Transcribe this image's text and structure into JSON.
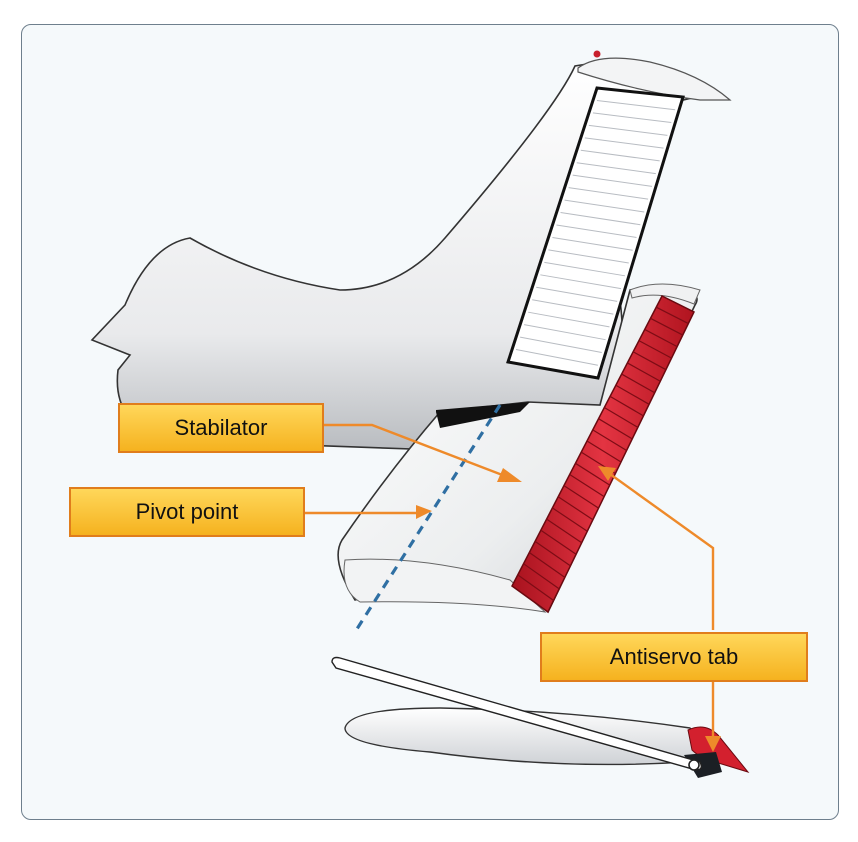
{
  "labels": {
    "stabilator": "Stabilator",
    "pivot_point": "Pivot point",
    "antiservo_tab": "Antiservo tab"
  },
  "colors": {
    "callout_fill": "#f8be2c",
    "callout_border": "#e07d1c",
    "leader_line": "#ee8a2a",
    "tab_red": "#d3202e",
    "pivot_line": "#2f6fa3"
  }
}
